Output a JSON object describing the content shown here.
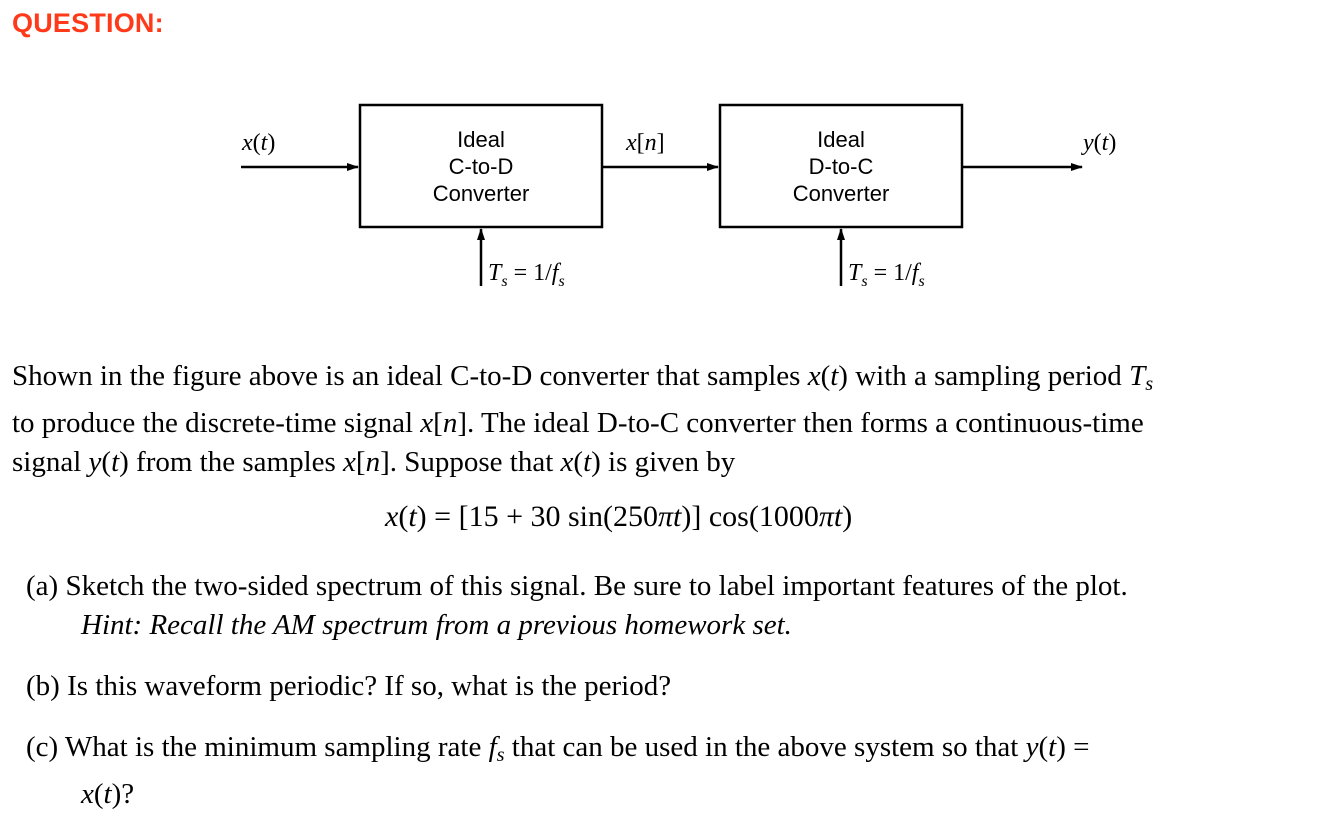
{
  "heading": "QUESTION:",
  "diagram": {
    "input_signal": "x(t)",
    "intermediate_signal": "x[n]",
    "output_signal": "y(t)",
    "block1": {
      "line1": "Ideal",
      "line2": "C-to-D",
      "line3": "Converter"
    },
    "block2": {
      "line1": "Ideal",
      "line2": "D-to-C",
      "line3": "Converter"
    },
    "sampling_period_label": "Ts = 1/fs"
  },
  "paragraph": {
    "line1": "Shown in the figure above is an ideal C-to-D converter that samples x(t) with a sampling period Ts",
    "line2": "to produce the discrete-time signal x[n]. The ideal D-to-C converter then forms a continuous-time",
    "line3": "signal y(t) from the samples x[n]. Suppose that x(t) is given by"
  },
  "equation": "x(t) = [15 + 30 sin(250πt)] cos(1000πt)",
  "parts": [
    {
      "label": "(a)",
      "text": "Sketch the two-sided spectrum of this signal. Be sure to label important features of the plot.",
      "hint": "Hint: Recall the AM spectrum from a previous homework set."
    },
    {
      "label": "(b)",
      "text": "Is this waveform periodic? If so, what is the period?"
    },
    {
      "label": "(c)",
      "text": "What is the minimum sampling rate fs that can be used in the above system so that y(t) =",
      "continuation": "x(t)?"
    }
  ]
}
